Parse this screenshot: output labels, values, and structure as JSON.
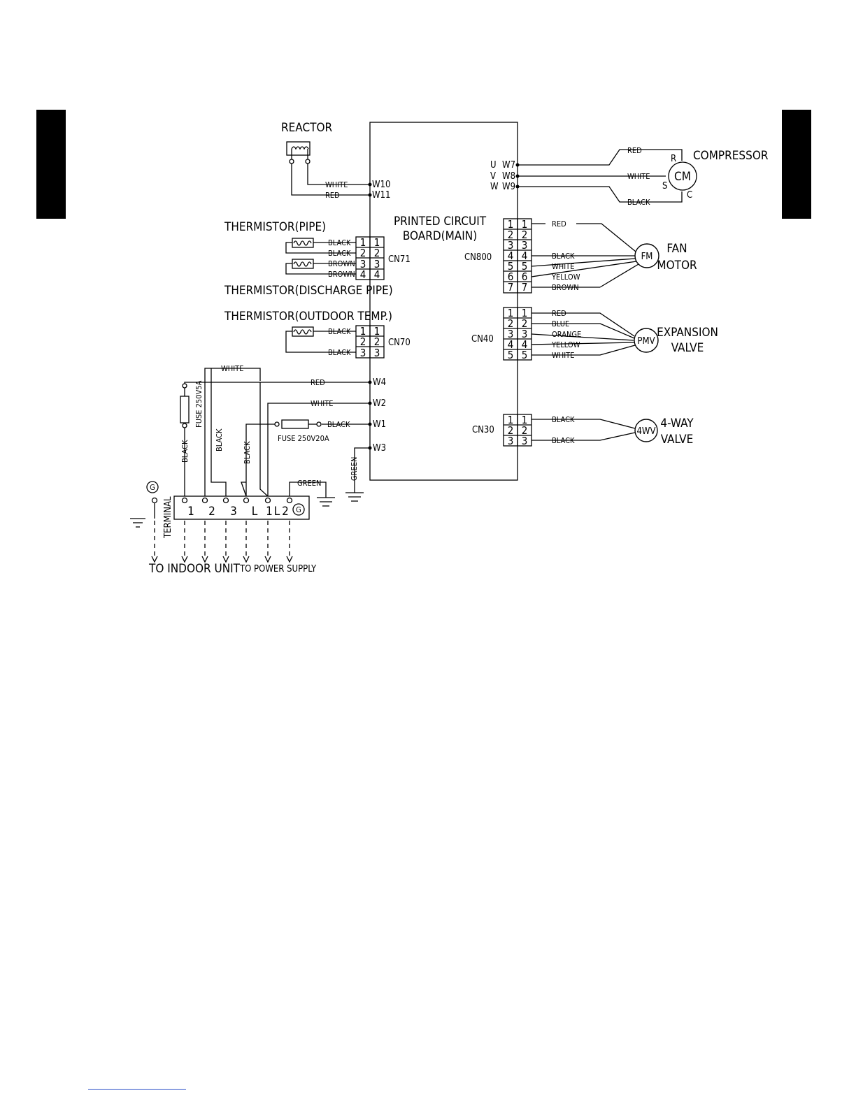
{
  "labels": {
    "reactor": "REACTOR",
    "compressor": "COMPRESSOR",
    "pcb_line1": "PRINTED CIRCUIT",
    "pcb_line2": "BOARD(MAIN)",
    "thermistor_pipe": "THERMISTOR(PIPE)",
    "thermistor_discharge": "THERMISTOR(DISCHARGE PIPE)",
    "thermistor_outdoor": "THERMISTOR(OUTDOOR TEMP.)",
    "fan_line1": "FAN",
    "fan_line2": "MOTOR",
    "expansion_line1": "EXPANSION",
    "expansion_line2": "VALVE",
    "fourway_line1": "4-WAY",
    "fourway_line2": "VALVE",
    "terminal": "TERMINAL",
    "to_indoor": "TO INDOOR UNIT",
    "to_power": "TO POWER SUPPLY",
    "fuse_5a": "FUSE 250V5A",
    "fuse_20a": "FUSE 250V20A",
    "cm": "CM",
    "fm": "FM",
    "pmv": "PMV",
    "fourwv": "4WV",
    "comp_r": "R",
    "comp_s": "S",
    "comp_c": "C",
    "ground": "G"
  },
  "connectors": {
    "cn71": "CN71",
    "cn70": "CN70",
    "cn800": "CN800",
    "cn40": "CN40",
    "cn30": "CN30"
  },
  "board_points": {
    "w10": "W10",
    "w11": "W11",
    "w7": "W7",
    "w8": "W8",
    "w9": "W9",
    "w4": "W4",
    "w2": "W2",
    "w1": "W1",
    "w3": "W3",
    "u": "U",
    "v": "V",
    "w": "W"
  },
  "pins": {
    "cn71": [
      "1",
      "2",
      "3",
      "4"
    ],
    "cn70": [
      "1",
      "2",
      "3"
    ],
    "cn800": [
      "1",
      "2",
      "3",
      "4",
      "5",
      "6",
      "7"
    ],
    "cn40": [
      "1",
      "2",
      "3",
      "4",
      "5"
    ],
    "cn30": [
      "1",
      "2",
      "3"
    ]
  },
  "wires": {
    "reactor": [
      "WHITE",
      "RED"
    ],
    "compressor": [
      "RED",
      "WHITE",
      "BLACK"
    ],
    "cn71": [
      "BLACK",
      "BLACK",
      "BROWN",
      "BROWN"
    ],
    "cn70": [
      "BLACK",
      "BLACK"
    ],
    "cn800": [
      "RED",
      "BLACK",
      "WHITE",
      "YELLOW",
      "BROWN"
    ],
    "cn40": [
      "RED",
      "BLUE",
      "ORANGE",
      "YELLOW",
      "WHITE"
    ],
    "cn30": [
      "BLACK",
      "BLACK"
    ],
    "power": [
      "RED",
      "WHITE",
      "BLACK",
      "GREEN"
    ],
    "terminal_top": "WHITE",
    "terminal_v": [
      "BLACK",
      "BLACK",
      "BLACK"
    ],
    "terminal_green": "GREEN"
  },
  "terminal_labels": [
    "1",
    "2",
    "3",
    "L",
    "1",
    "L",
    "2"
  ]
}
